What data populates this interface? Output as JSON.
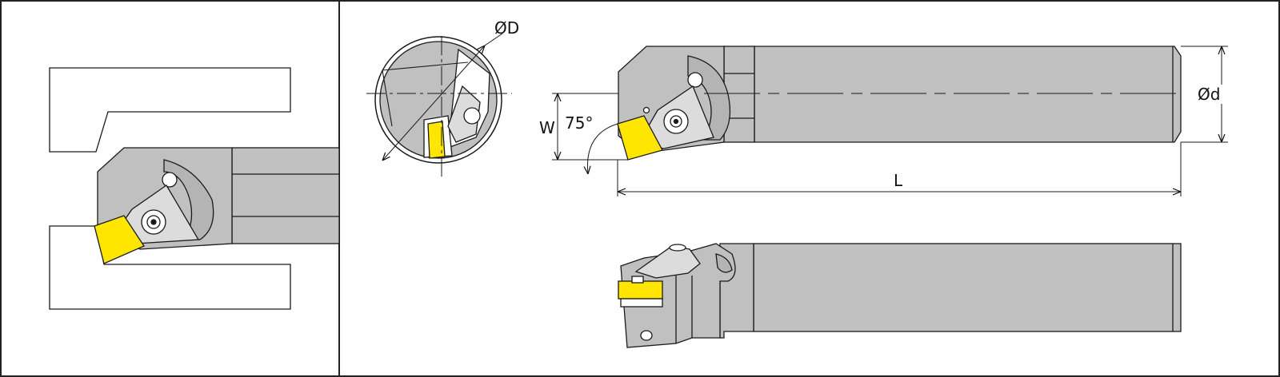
{
  "labels": {
    "bore_diameter": "ØD",
    "shank_diameter": "Ød",
    "width": "W",
    "angle": "75°",
    "length": "L"
  },
  "colors": {
    "body": "#c0c0c0",
    "insert": "#ffe600",
    "outline": "#1a1a1a",
    "background": "#ffffff"
  }
}
